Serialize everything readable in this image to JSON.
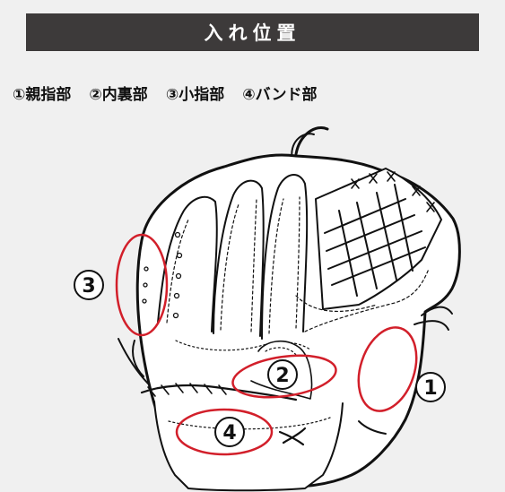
{
  "header": {
    "title": "入れ位置"
  },
  "legend": [
    {
      "label": "①親指部"
    },
    {
      "label": "②内裏部"
    },
    {
      "label": "③小指部"
    },
    {
      "label": "④バンド部"
    }
  ],
  "markers": [
    {
      "num": "1"
    },
    {
      "num": "2"
    },
    {
      "num": "3"
    },
    {
      "num": "4"
    }
  ],
  "colors": {
    "header_bg": "#3d3a3a",
    "ring": "#d21f2a",
    "background": "#f0f0f0"
  }
}
